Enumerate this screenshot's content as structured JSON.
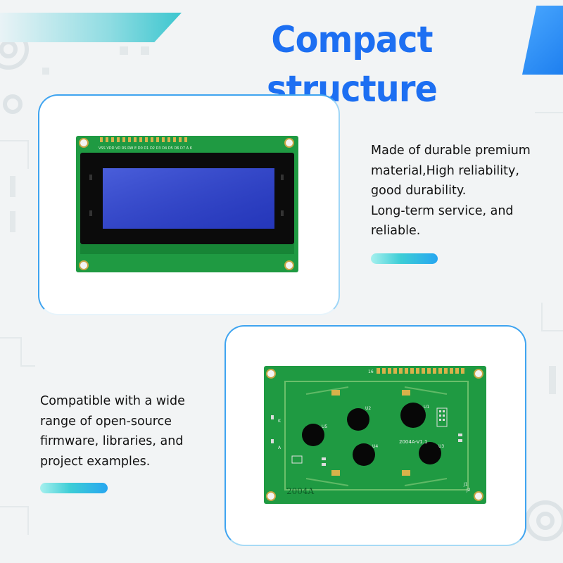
{
  "header": {
    "title": "Compact structure"
  },
  "features": [
    {
      "lines": [
        "Made of durable premium",
        "material,High reliability,",
        "good durability.",
        "Long-term service, and",
        "reliable."
      ]
    },
    {
      "lines": [
        "Compatible with a wide",
        "range of open-source",
        "firmware, libraries, and",
        "project examples."
      ]
    }
  ],
  "front_board": {
    "pin_label": "VSS VDD VO RS RW E D0 D1 D2 D3 D4 D5 D6 D7 A K"
  },
  "back_board": {
    "model_label": "2004A",
    "version_label": "2004A-V1.1",
    "pin_number": "16",
    "chip_labels": [
      "U1",
      "U2",
      "U3",
      "U4",
      "U5"
    ],
    "side_labels": [
      "K",
      "A",
      "J1",
      "J2"
    ]
  },
  "colors": {
    "title": "#1d6ff2",
    "card_border": "#3fa4f0",
    "pcb_green": "#1f9a42",
    "lcd_blue": "#2b3fc6",
    "accent_pill": "#3ccdd6"
  }
}
